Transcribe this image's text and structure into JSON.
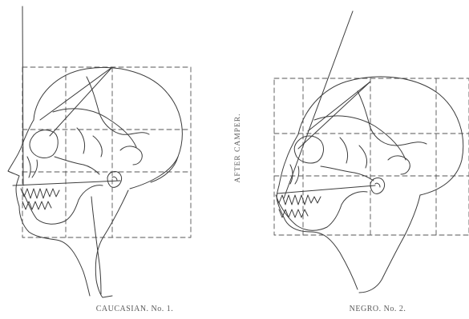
{
  "figure": {
    "side_caption": "AFTER CAMPER.",
    "left_caption": "CAUCASIAN. No. 1.",
    "right_caption": "NEGRO. No. 2."
  },
  "colors": {
    "ink": "#3c3c3c",
    "guide": "#555555",
    "caption": "#5a5a5a",
    "background": "#ffffff"
  }
}
